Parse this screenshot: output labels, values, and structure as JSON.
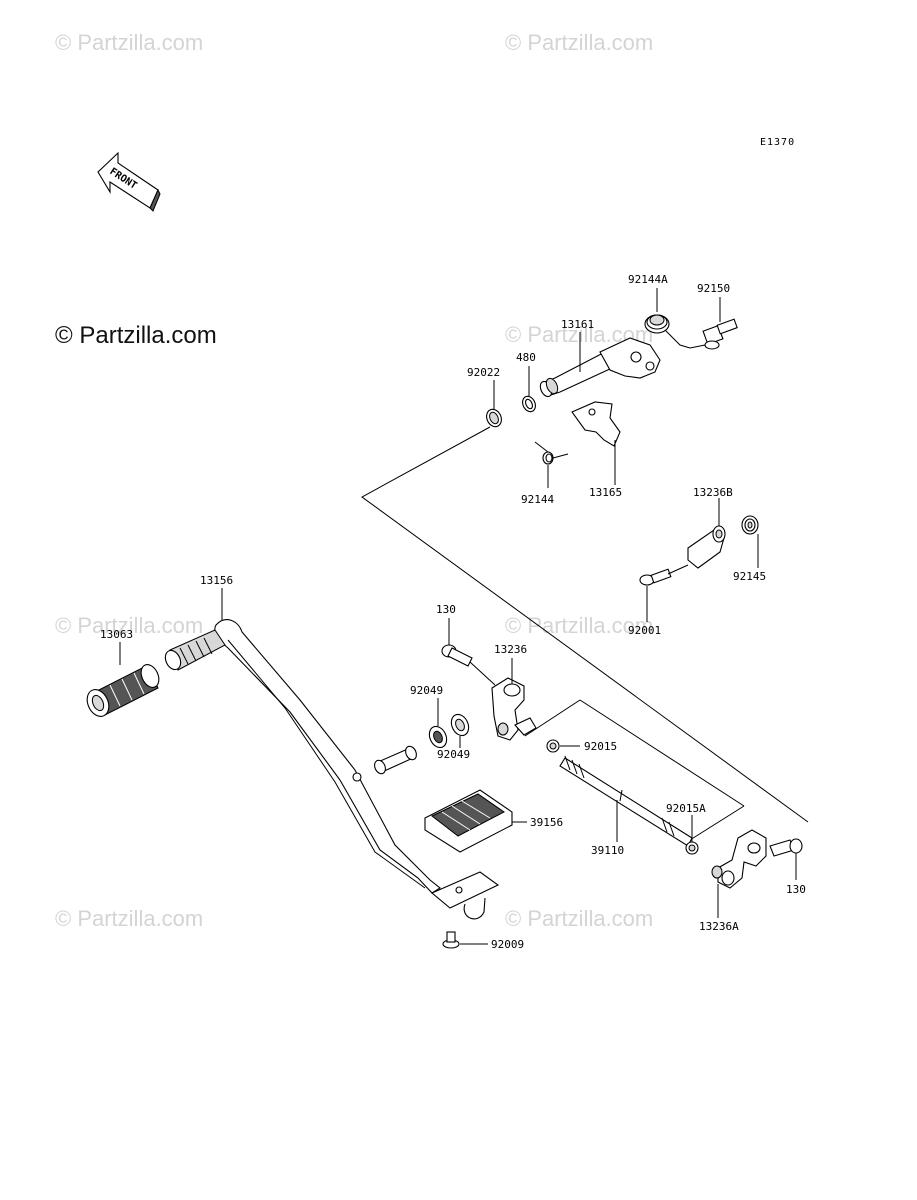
{
  "watermarks": [
    "© Partzilla.com",
    "© Partzilla.com",
    "© Partzilla.com",
    "© Partzilla.com",
    "© Partzilla.com",
    "© Partzilla.com",
    "© Partzilla.com",
    "© Partzilla.com"
  ],
  "copyright": "© Partzilla.com",
  "diagram_code": "E1370",
  "front_label": "FRONT",
  "part_labels": {
    "p92144A": "92144A",
    "p92150": "92150",
    "p13161": "13161",
    "p480": "480",
    "p92022": "92022",
    "p92144": "92144",
    "p13165": "13165",
    "p13236B": "13236B",
    "p92145": "92145",
    "p92001": "92001",
    "p13156": "13156",
    "p13063": "13063",
    "p130a": "130",
    "p13236": "13236",
    "p92049a": "92049",
    "p92049b": "92049",
    "p92015": "92015",
    "p92015A": "92015A",
    "p39156": "39156",
    "p39110": "39110",
    "p130b": "130",
    "p13236A": "13236A",
    "p92009": "92009"
  }
}
